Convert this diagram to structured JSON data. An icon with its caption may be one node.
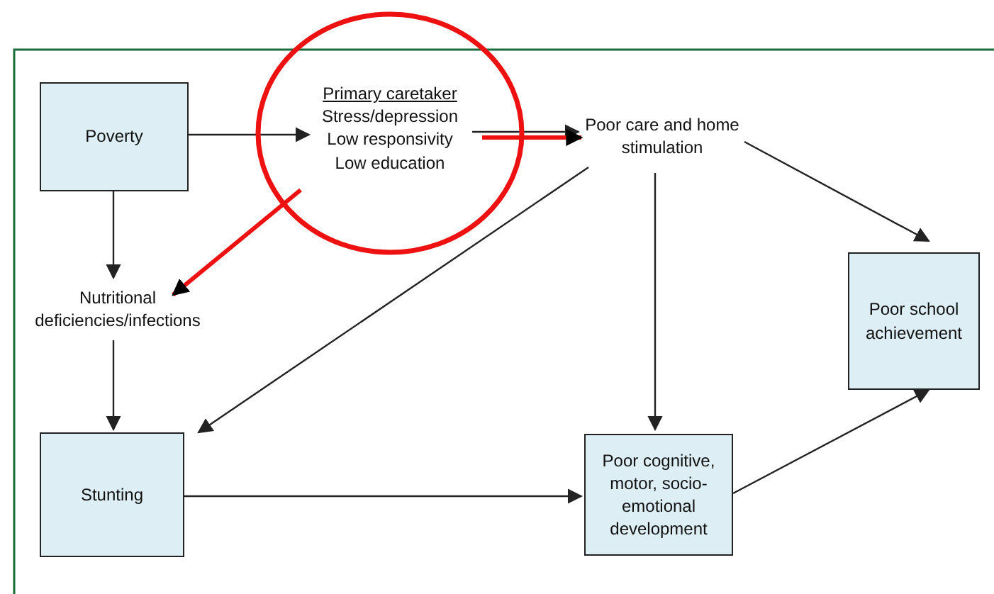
{
  "diagram": {
    "nodes": [
      {
        "text": [
          "Poverty"
        ]
      },
      {
        "text": [
          "Primary caretaker",
          "Stress/depression",
          "Low responsivity",
          "Low education"
        ]
      },
      {
        "text": [
          "Poor care and home stimulation"
        ]
      },
      {
        "text": [
          "Nutritional deficiencies/infections"
        ]
      },
      {
        "text": [
          "Poor school achievement"
        ]
      },
      {
        "text": [
          "Stunting"
        ]
      },
      {
        "text": [
          "Poor cognitive, motor, socio-emotional development"
        ]
      }
    ],
    "edges": [
      {
        "from": 0,
        "to": 1,
        "arrow": "to"
      },
      {
        "from": 0,
        "to": 3,
        "arrow": "to"
      },
      {
        "from": 1,
        "to": 2,
        "arrow": "to"
      },
      {
        "from": 1,
        "to": 2,
        "arrow": "to",
        "style": "thick",
        "color": "#ee1111"
      },
      {
        "from": 1,
        "to": 3,
        "arrow": "to",
        "style": "thick",
        "color": "#ee1111"
      },
      {
        "from": 3,
        "to": 5,
        "arrow": "to"
      },
      {
        "from": 2,
        "to": 4,
        "arrow": "to"
      },
      {
        "from": 2,
        "to": 5,
        "arrow": "to"
      },
      {
        "from": 2,
        "to": 6,
        "arrow": "to"
      },
      {
        "from": 5,
        "to": 6,
        "arrow": "to"
      },
      {
        "from": 6,
        "to": 4,
        "arrow": "to"
      }
    ]
  }
}
